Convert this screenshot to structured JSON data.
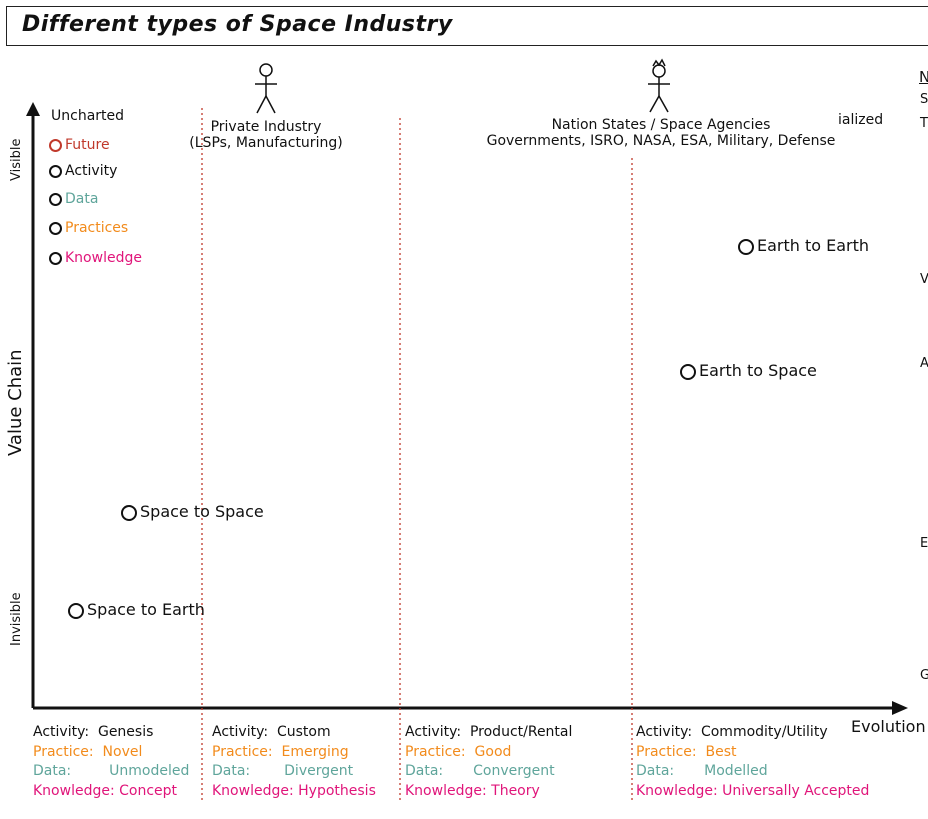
{
  "title": "Different types of Space Industry",
  "axes": {
    "y_label": "Value Chain",
    "y_top": "Visible",
    "y_bottom": "Invisible",
    "x_label": "Evolution"
  },
  "legend": {
    "heading": "Uncharted",
    "items": [
      {
        "label": "Future",
        "color": "#c0392b"
      },
      {
        "label": "Activity",
        "color": "#111111"
      },
      {
        "label": "Data",
        "color": "#5fa59b"
      },
      {
        "label": "Practices",
        "color": "#f28b1c"
      },
      {
        "label": "Knowledge",
        "color": "#e0157a"
      }
    ]
  },
  "groups": {
    "private": {
      "line1": "Private Industry",
      "line2": "(LSPs, Manufacturing)"
    },
    "nation": {
      "line1": "Nation States / Space Agencies",
      "line2": "Governments, ISRO, NASA, ESA, Military, Defense"
    },
    "clipped": "ialized"
  },
  "nodes": {
    "earth_to_earth": "Earth to Earth",
    "earth_to_space": "Earth to Space",
    "space_to_space": "Space to Space",
    "space_to_earth": "Space to Earth"
  },
  "stages": [
    {
      "activity_key": "Activity:",
      "activity": "Genesis",
      "practice_key": "Practice:",
      "practice": "Novel",
      "data_key": "Data:",
      "data": "Unmodeled",
      "knowledge_key": "Knowledge:",
      "knowledge": "Concept"
    },
    {
      "activity_key": "Activity:",
      "activity": "Custom",
      "practice_key": "Practice:",
      "practice": "Emerging",
      "data_key": "Data:",
      "data": "Divergent",
      "knowledge_key": "Knowledge:",
      "knowledge": "Hypothesis"
    },
    {
      "activity_key": "Activity:",
      "activity": "Product/Rental",
      "practice_key": "Practice:",
      "practice": "Good",
      "data_key": "Data:",
      "data": "Convergent",
      "knowledge_key": "Knowledge:",
      "knowledge": "Theory"
    },
    {
      "activity_key": "Activity:",
      "activity": "Commodity/Utility",
      "practice_key": "Practice:",
      "practice": "Best",
      "data_key": "Data:",
      "data": "Modelled",
      "knowledge_key": "Knowledge:",
      "knowledge": "Universally Accepted"
    }
  ],
  "right_edge_letters": [
    "N",
    "S",
    "T",
    "V",
    "A",
    "E",
    "G"
  ]
}
